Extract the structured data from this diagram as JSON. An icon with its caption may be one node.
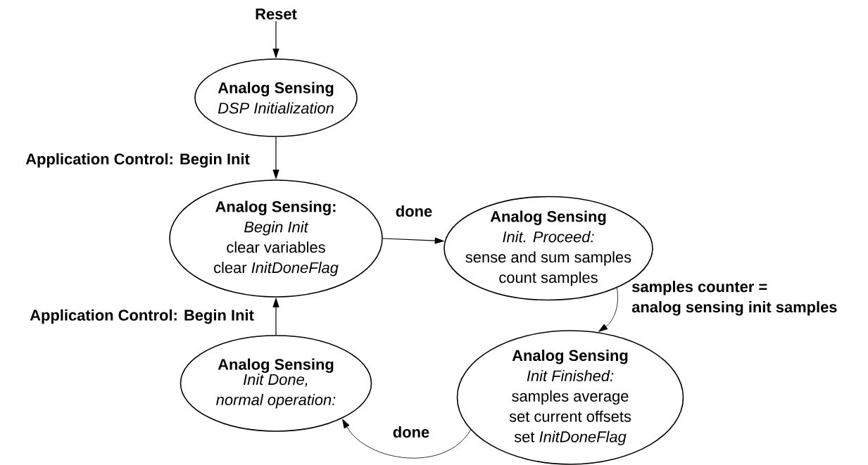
{
  "diagram": {
    "nodes": [
      {
        "text": [
          "Reset"
        ]
      },
      {
        "text": [
          "Analog Sensing",
          "DSP Initialization"
        ]
      },
      {
        "text": [
          "Analog Sensing:",
          "Begin Init",
          "clear variables",
          "clear *InitDoneFlag*"
        ]
      },
      {
        "text": [
          "Analog Sensing",
          "Init. Proceed:",
          "sense and sum samples",
          "count samples"
        ]
      },
      {
        "text": [
          "Analog Sensing",
          "Init Finished:",
          "samples average",
          "set current offsets",
          "set *InitDoneFlag*"
        ]
      },
      {
        "text": [
          "Analog Sensing",
          "Init Done, normal operation:"
        ]
      }
    ],
    "edges": [
      {
        "from": 0,
        "to": 1,
        "arrow": "to"
      },
      {
        "from": 1,
        "to": 2,
        "arrow": "to",
        "label": "Application Control: Begin Init"
      },
      {
        "from": 2,
        "to": 3,
        "arrow": "to",
        "label": "done"
      },
      {
        "from": 3,
        "to": 4,
        "arrow": "to",
        "label": "samples counter = analog sensing init samples"
      },
      {
        "from": 4,
        "to": 5,
        "arrow": "to",
        "label": "done"
      },
      {
        "from": 5,
        "to": 2,
        "arrow": "to",
        "label": "Application Control: Begin Init"
      }
    ]
  }
}
